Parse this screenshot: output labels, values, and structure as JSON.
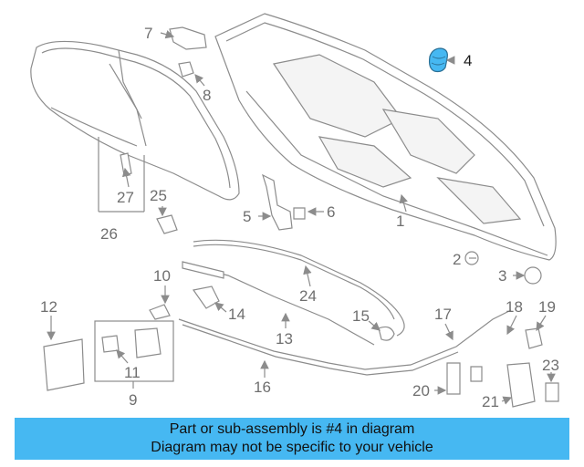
{
  "highlight_color": "#46b8f2",
  "caption": {
    "line1": "Part or sub-assembly is #4 in diagram",
    "line2": "Diagram may not be specific to your vehicle"
  },
  "callouts": {
    "c1": "1",
    "c2": "2",
    "c3": "3",
    "c4": "4",
    "c5": "5",
    "c6": "6",
    "c7": "7",
    "c8": "8",
    "c9": "9",
    "c10": "10",
    "c11": "11",
    "c12": "12",
    "c13": "13",
    "c14": "14",
    "c15": "15",
    "c16": "16",
    "c17": "17",
    "c18": "18",
    "c19": "19",
    "c20": "20",
    "c21": "21",
    "c23": "23",
    "c24": "24",
    "c25": "25",
    "c26": "26",
    "c27": "27"
  },
  "highlighted_part": "4"
}
